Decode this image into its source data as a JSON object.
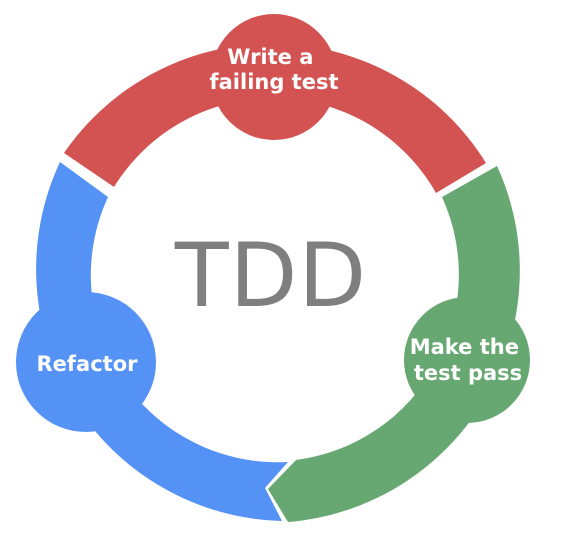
{
  "center": {
    "label": "TDD",
    "color": "#7f7f7f"
  },
  "stages": [
    {
      "id": "write",
      "lines": [
        "Write a",
        "failing test"
      ],
      "color": "#d35352"
    },
    {
      "id": "pass",
      "lines": [
        "Make the",
        "test pass"
      ],
      "color": "#67a872"
    },
    {
      "id": "refactor",
      "lines": [
        "Refactor"
      ],
      "color": "#5492f5"
    }
  ]
}
